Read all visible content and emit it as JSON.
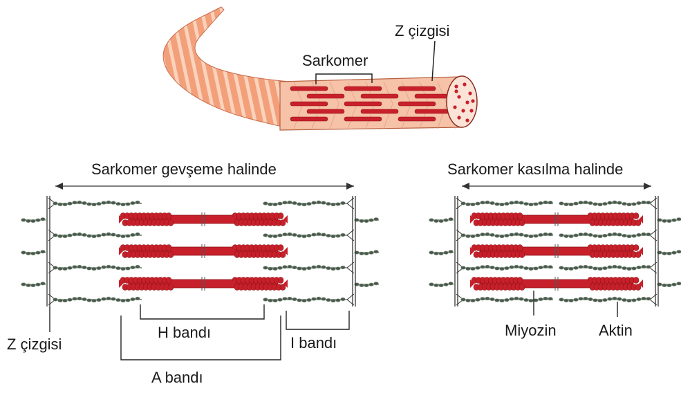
{
  "labels": {
    "sarkomer": "Sarkomer",
    "z_top": "Z çizgisi",
    "relaxed_title": "Sarkomer gevşeme halinde",
    "contracted_title": "Sarkomer kasılma halinde",
    "h_band": "H bandı",
    "i_band": "I bandı",
    "a_band": "A bandı",
    "z_bottom": "Z çizgisi",
    "myosin": "Miyozin",
    "actin": "Aktin"
  },
  "colors": {
    "myosin": "#c8202a",
    "myosin_dark": "#8e1218",
    "actin": "#4a5a4c",
    "actin_light": "#8fa08f",
    "fiber": "#f3a07a",
    "fiber_stripe": "#f9d6c0",
    "line": "#333333"
  },
  "icons": {
    "muscle_fiber": "muscle-fiber-illustration",
    "myosin": "myosin-filament-icon",
    "actin": "actin-filament-icon"
  }
}
